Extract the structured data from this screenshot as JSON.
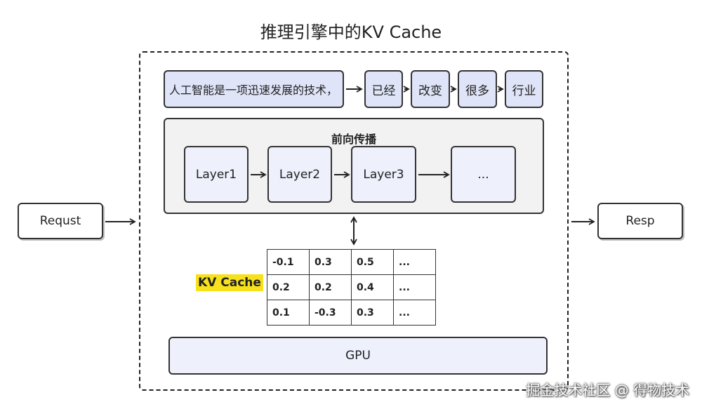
{
  "title": "推理引擎中的KV Cache",
  "request_label": "Requst",
  "response_label": "Resp",
  "token_row": {
    "prompt": "人工智能是一项迅速发展的技术，",
    "tokens": [
      "已经",
      "改变",
      "很多",
      "行业"
    ]
  },
  "forward_pass": {
    "title": "前向传播",
    "layers": [
      "Layer1",
      "Layer2",
      "Layer3",
      "..."
    ]
  },
  "kv_cache": {
    "label": "KV Cache",
    "rows": [
      [
        "-0.1",
        "0.3",
        "0.5",
        "..."
      ],
      [
        "0.2",
        "0.2",
        "0.4",
        "..."
      ],
      [
        "0.1",
        "-0.3",
        "0.3",
        "..."
      ]
    ]
  },
  "gpu_label": "GPU",
  "watermark": "掘金技术社区 @ 得物技术"
}
